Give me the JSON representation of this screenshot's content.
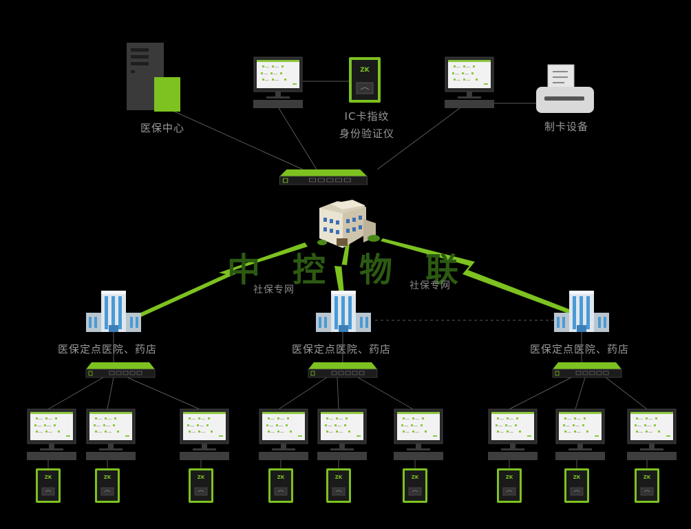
{
  "labels": {
    "insurance_center": "医保中心",
    "verifier_line1": "IC卡指纹",
    "verifier_line2": "身份验证仪",
    "card_device": "制卡设备",
    "network_left": "社保专网",
    "network_right": "社保专网",
    "site_left": "医保定点医院、药店",
    "site_mid": "医保定点医院、药店",
    "site_right": "医保定点医院、药店"
  },
  "watermark": [
    "中",
    "控",
    "物",
    "联"
  ],
  "colors": {
    "background": "#000000",
    "accent_green": "#7dc220",
    "label_gray": "#9a9a9a",
    "watermark_green": "#2c5a12"
  },
  "icons": {
    "server": "server-icon",
    "monitor": "monitor-icon",
    "reader": "card-reader-icon",
    "printer": "printer-icon",
    "switch": "network-switch-icon",
    "hq": "office-building-icon",
    "site": "hospital-building-icon"
  }
}
